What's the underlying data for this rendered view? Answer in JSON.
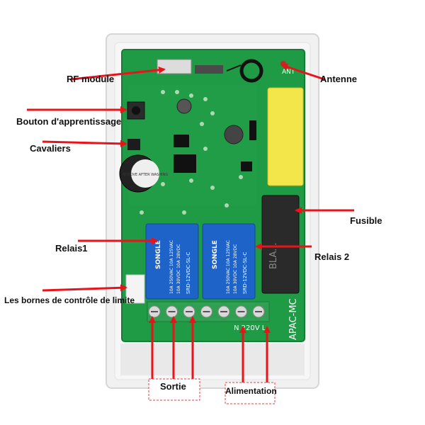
{
  "labels": {
    "rf_module": "RF module",
    "antenne": "Antenne",
    "bouton": "Bouton d'apprentissage",
    "cavaliers": "Cavaliers",
    "fusible": "Fusible",
    "relais1": "Relais1",
    "relais2": "Relais 2",
    "bornes": "Les bornes de contrôle de limite",
    "sortie": "Sortie",
    "alimentation": "Alimentation"
  },
  "board": {
    "model_text": "APAC-MC",
    "voltage_text": "N 220V L",
    "antenna_text": "ANT",
    "fuse_text": "BLA...",
    "sticker_text": "REMOVE AFTER WASHING"
  },
  "relay": {
    "brand": "SONGLE",
    "model": "SRD-12VDC-SL-C",
    "rating_1": "10A 250VAC  10A 125VAC",
    "rating_2": "10A 30VDC   10A 28VDC"
  },
  "colors": {
    "arrow": "#e8141b",
    "pcb": "#1f9a45",
    "relay": "#1e63c8",
    "capacitor": "#f3e64a",
    "fuse": "#2a2a2a",
    "terminal": "#2fa052",
    "enclosure": "#f1f1f1"
  }
}
